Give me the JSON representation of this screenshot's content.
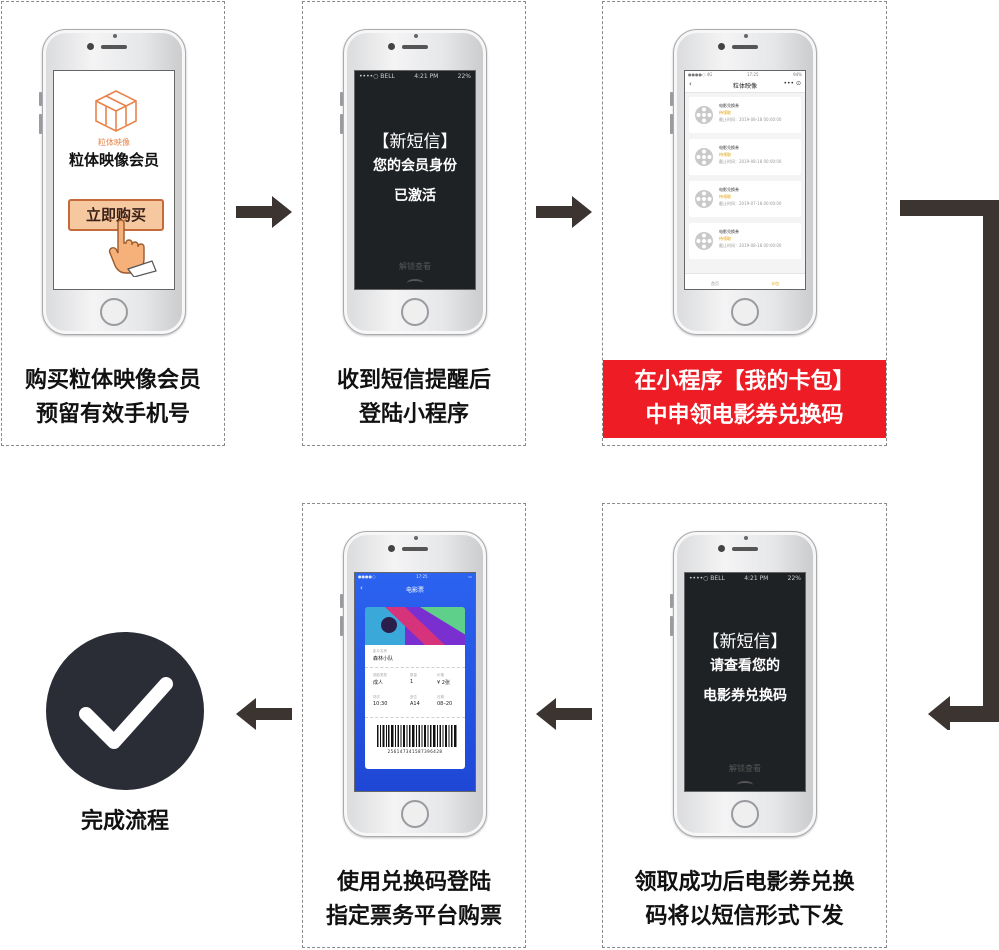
{
  "steps": [
    {
      "caption_line1": "购买粒体映像会员",
      "caption_line2": "预留有效手机号",
      "screen": {
        "brand_small": "粒体映像",
        "brand_big": "粒体映像会员",
        "buy_button": "立即购买"
      }
    },
    {
      "caption_line1": "收到短信提醒后",
      "caption_line2": "登陆小程序",
      "screen": {
        "carrier": "••••○ BELL",
        "time": "4:21 PM",
        "battery": "22%",
        "sms_title": "【新短信】",
        "sms_line1": "您的会员身份",
        "sms_line2": "已激活",
        "slide_text": "解锁查看"
      }
    },
    {
      "caption_line1": "在小程序【我的卡包】",
      "caption_line2": "中申领电影券兑换码",
      "screen": {
        "status_time": "17:25",
        "status_battery": "94%",
        "app_title": "粒体映像",
        "more": "•••  ⊙",
        "tickets": [
          {
            "name": "电影兑换券",
            "status": "待领取",
            "date": "截止时间：2019-08-18 00:00:00"
          },
          {
            "name": "电影兑换券",
            "status": "待领取",
            "date": "截止时间：2019-08-18 00:00:00"
          },
          {
            "name": "电影兑换券",
            "status": "待领取",
            "date": "截止时间：2019-07-18 00:00:00"
          },
          {
            "name": "电影兑换券",
            "status": "待领取",
            "date": "截止时间：2019-08-18 00:00:00"
          }
        ],
        "tab_home": "首页",
        "tab_wallet": "卡包"
      }
    },
    {
      "caption_line1": "领取成功后电影券兑换",
      "caption_line2": "码将以短信形式下发",
      "screen": {
        "carrier": "••••○ BELL",
        "time": "4:21 PM",
        "battery": "22%",
        "sms_title": "【新短信】",
        "sms_line1": "请查看您的",
        "sms_line2": "电影券兑换码",
        "slide_text": "解锁查看"
      }
    },
    {
      "caption_line1": "使用兑换码登陆",
      "caption_line2": "指定票务平台购票",
      "screen": {
        "app_title": "电影票",
        "movie_label": "影片名称",
        "movie_name": "森林小队",
        "type_label": "观影类型",
        "type_value": "成人",
        "count_label": "数量",
        "count_value": "1",
        "price_label": "价格",
        "price_value": "¥ 2张",
        "time_label": "场次",
        "time_value": "10:30",
        "seat_label": "座位",
        "seat_value": "A14",
        "date_label": "日期",
        "date_value": "08–20",
        "barcode_number": "256147341587396428"
      }
    }
  ],
  "final": {
    "label": "完成流程"
  },
  "colors": {
    "highlight_red": "#ee1c24",
    "arrow": "#3b3431",
    "check_bg": "#2a2c36"
  }
}
